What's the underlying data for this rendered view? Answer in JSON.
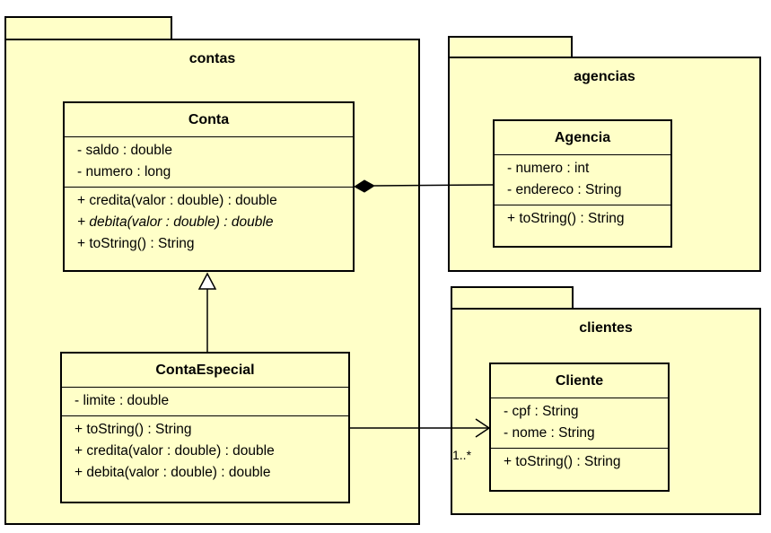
{
  "packages": {
    "contas": {
      "name": "contas",
      "classes": {
        "conta": {
          "name": "Conta",
          "attributes": [
            "- saldo : double",
            "- numero : long"
          ],
          "operations": [
            "+ credita(valor : double) : double",
            "+ debita(valor : double) : double",
            "+ toString() : String"
          ]
        },
        "contaEspecial": {
          "name": "ContaEspecial",
          "attributes": [
            "- limite : double"
          ],
          "operations": [
            "+ toString() : String",
            "+ credita(valor : double) : double",
            "+ debita(valor : double) : double"
          ]
        }
      }
    },
    "agencias": {
      "name": "agencias",
      "classes": {
        "agencia": {
          "name": "Agencia",
          "attributes": [
            "- numero : int",
            "- endereco : String"
          ],
          "operations": [
            "+ toString() : String"
          ]
        }
      }
    },
    "clientes": {
      "name": "clientes",
      "classes": {
        "cliente": {
          "name": "Cliente",
          "attributes": [
            "- cpf : String",
            "- nome : String"
          ],
          "operations": [
            "+ toString() : String"
          ]
        }
      }
    }
  },
  "relationships": {
    "composition": "Agencia to Conta",
    "generalization": "ContaEspecial to Conta",
    "association": {
      "multiplicity": "1..*"
    }
  },
  "colors": {
    "fill": "#ffffc8",
    "stroke": "#000000"
  }
}
